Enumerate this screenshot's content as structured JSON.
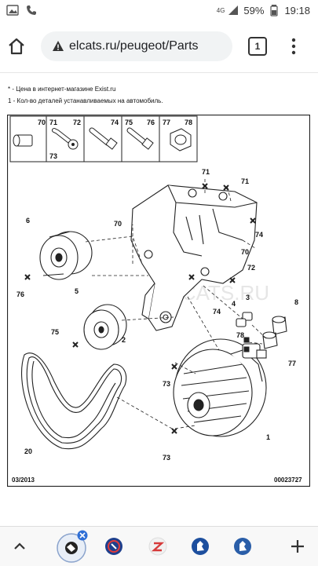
{
  "status_bar": {
    "network": "4G",
    "battery": "59%",
    "time": "19:18"
  },
  "browser": {
    "url": "elcats.ru/peugeot/Parts",
    "tab_count": "1"
  },
  "notes": {
    "line1": "* - Цена в интернет-магазине Exist.ru",
    "line2": "1 - Кол-во деталей устанавливаемых на автомобиль."
  },
  "diagram": {
    "header_callouts": [
      "70",
      "71",
      "72",
      "73",
      "74",
      "75",
      "76",
      "77",
      "78"
    ],
    "callouts": [
      "71",
      "71",
      "74",
      "70",
      "70",
      "72",
      "74",
      "6",
      "76",
      "5",
      "75",
      "2",
      "4",
      "3",
      "8",
      "78",
      "77",
      "73",
      "73",
      "1",
      "20"
    ],
    "date_code": "03/2013",
    "diagram_code": "00023727",
    "watermark": "ELCATS.RU"
  }
}
